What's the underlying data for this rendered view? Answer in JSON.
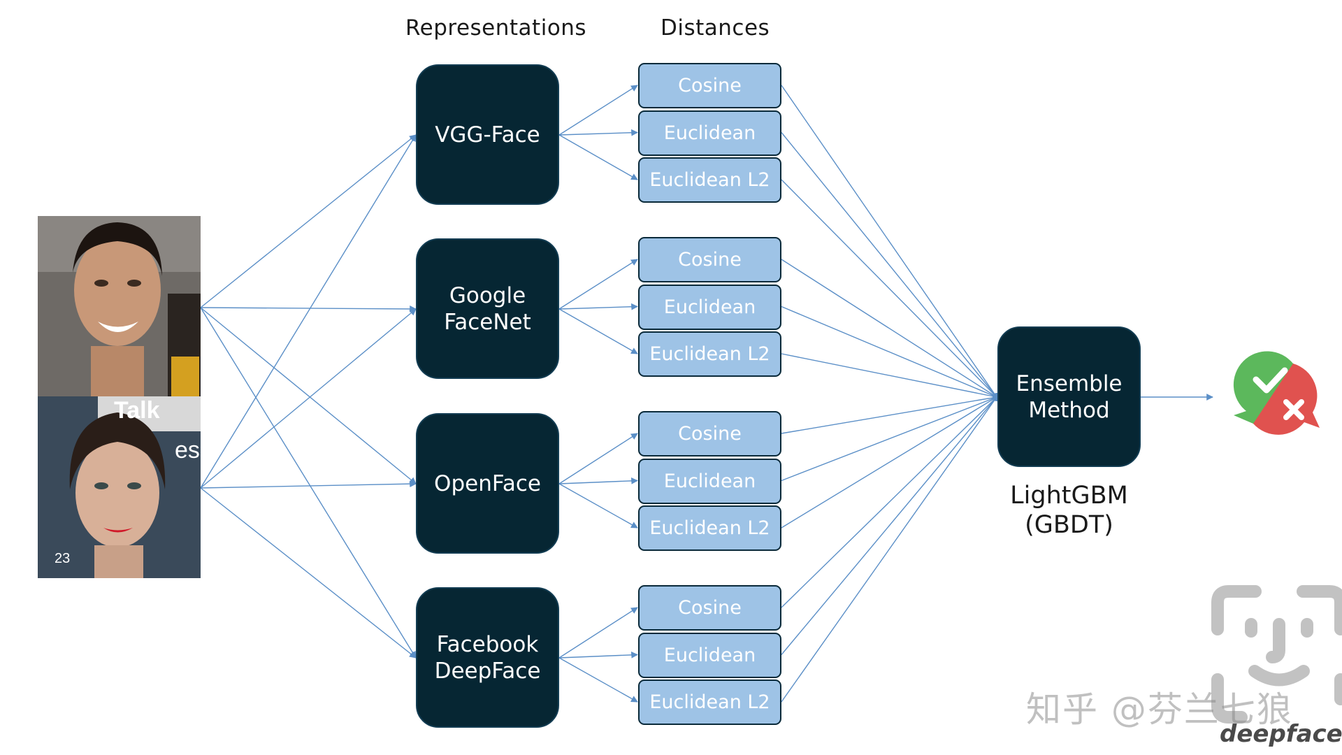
{
  "headers": {
    "representations": "Representations",
    "distances": "Distances"
  },
  "representations": [
    {
      "lines": [
        "VGG-Face"
      ]
    },
    {
      "lines": [
        "Google",
        "FaceNet"
      ]
    },
    {
      "lines": [
        "OpenFace"
      ]
    },
    {
      "lines": [
        "Facebook",
        "DeepFace"
      ]
    }
  ],
  "distance_groups": [
    [
      "Cosine",
      "Euclidean",
      "Euclidean L2"
    ],
    [
      "Cosine",
      "Euclidean",
      "Euclidean L2"
    ],
    [
      "Cosine",
      "Euclidean",
      "Euclidean L2"
    ],
    [
      "Cosine",
      "Euclidean",
      "Euclidean L2"
    ]
  ],
  "ensemble": {
    "line1": "Ensemble",
    "line2": "Method",
    "caption1": "LightGBM",
    "caption2": "(GBDT)"
  },
  "photo_text": {
    "top_partial": "Talk",
    "side_partial": "ess",
    "number": "23"
  },
  "watermark": "知乎 @芬兰七狼",
  "brand": "deepface",
  "colors": {
    "box_dark": "#062633",
    "box_light": "#9ec3e6",
    "connector": "#5b8fc7",
    "check": "#5cb85c",
    "cross": "#e0524f"
  },
  "icons": {
    "result": "check-cross-icon",
    "face_logo": "face-id-icon"
  }
}
